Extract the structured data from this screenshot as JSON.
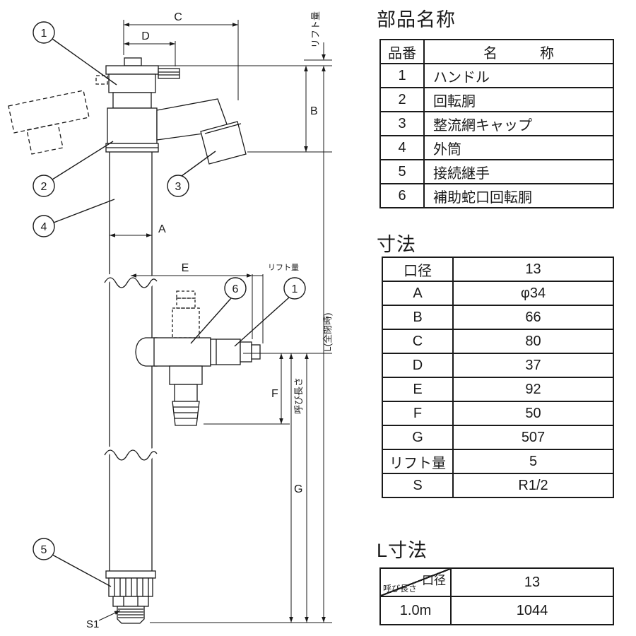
{
  "drawing": {
    "callouts": {
      "c1": "1",
      "c2": "2",
      "c3": "3",
      "c4": "4",
      "c5": "5",
      "c6": "6",
      "c1b": "1"
    },
    "labels": {
      "dim_c": "C",
      "dim_d": "D",
      "dim_b": "B",
      "dim_a": "A",
      "dim_e": "E",
      "dim_f": "F",
      "dim_g": "G",
      "s1": "S1",
      "lift_top": "リフト量",
      "lift_mid": "リフト量",
      "l_closed": "L(全閉時)",
      "nominal_len": "呼び長さ"
    }
  },
  "parts_table": {
    "title": "部品名称",
    "col_no": "品番",
    "col_name": "名　　　称",
    "rows": [
      [
        "1",
        "ハンドル"
      ],
      [
        "2",
        "回転胴"
      ],
      [
        "3",
        "整流網キャップ"
      ],
      [
        "4",
        "外筒"
      ],
      [
        "5",
        "接続継手"
      ],
      [
        "6",
        "補助蛇口回転胴"
      ]
    ]
  },
  "dims_table": {
    "title": "寸法",
    "rows": [
      [
        "口径",
        "13"
      ],
      [
        "A",
        "φ34"
      ],
      [
        "B",
        "66"
      ],
      [
        "C",
        "80"
      ],
      [
        "D",
        "37"
      ],
      [
        "E",
        "92"
      ],
      [
        "F",
        "50"
      ],
      [
        "G",
        "507"
      ],
      [
        "リフト量",
        "5"
      ],
      [
        "S",
        "R1/2"
      ]
    ]
  },
  "l_table": {
    "title": "L寸法",
    "diag_top": "口径",
    "diag_bottom": "呼び長さ",
    "head_value": "13",
    "rows": [
      [
        "1.0m",
        "1044"
      ]
    ]
  }
}
